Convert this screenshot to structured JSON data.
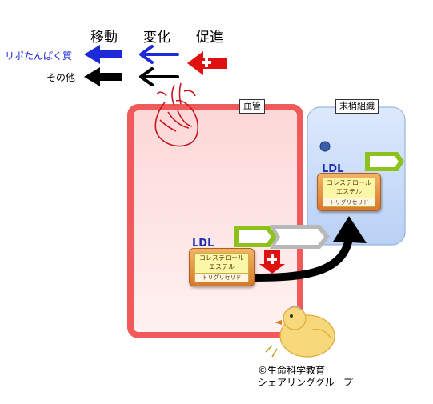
{
  "header": {
    "move": "移動",
    "change": "変化",
    "promote": "促進"
  },
  "legend": {
    "lipoprotein": "リポたんぱく質",
    "other": "その他"
  },
  "regions": {
    "blood_vessel": "血管",
    "peripheral_tissue": "末梢組織"
  },
  "ldl_main": {
    "title": "LDL",
    "cholesterol_line1": "コレステロール",
    "cholesterol_line2": "エステル",
    "triglyceride": "トリグリセリド"
  },
  "ldl_tissue": {
    "title": "LDL",
    "cholesterol_line1": "コレステロール",
    "cholesterol_line2": "エステル",
    "triglyceride": "トリグリセリド"
  },
  "credit": {
    "line1": "©生命科学教育",
    "line2": "シェアリンググループ"
  },
  "colors": {
    "lipoprotein_arrow": "#1d2ad8",
    "other_arrow": "#000000",
    "promote": "#e01010",
    "vessel_border": "#f05a5a",
    "vessel_fill": "#fde3e3",
    "tissue_fill": "#cfe0fb",
    "receptor_green": "#8cc21a"
  }
}
